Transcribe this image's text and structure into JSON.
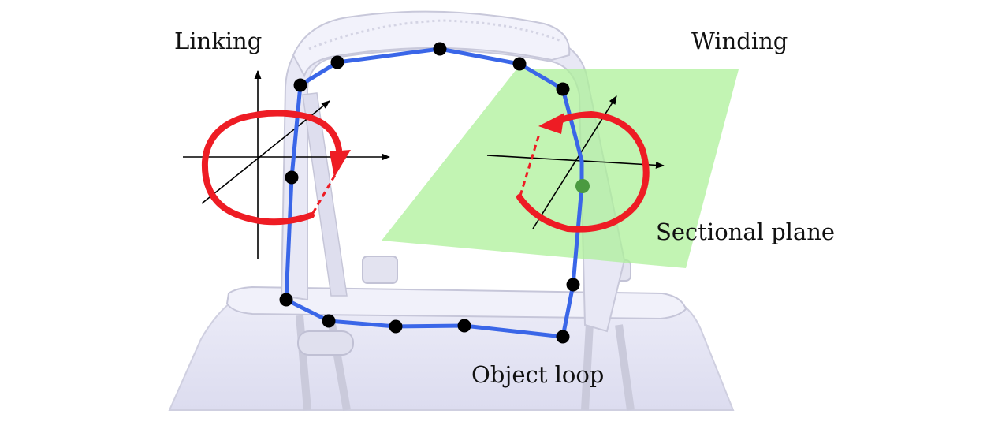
{
  "labels": {
    "linking": "Linking",
    "winding": "Winding",
    "sectional_plane": "Sectional plane",
    "object_loop": "Object loop"
  },
  "colors": {
    "loop": "#3a66e8",
    "vertex": "#000000",
    "arrow": "#ee1c24",
    "plane": "#aef09a",
    "intersection": "#4a9a40",
    "bag": "#e6e6f6",
    "bag_edge": "#c9c9dc",
    "axis": "#000000"
  }
}
